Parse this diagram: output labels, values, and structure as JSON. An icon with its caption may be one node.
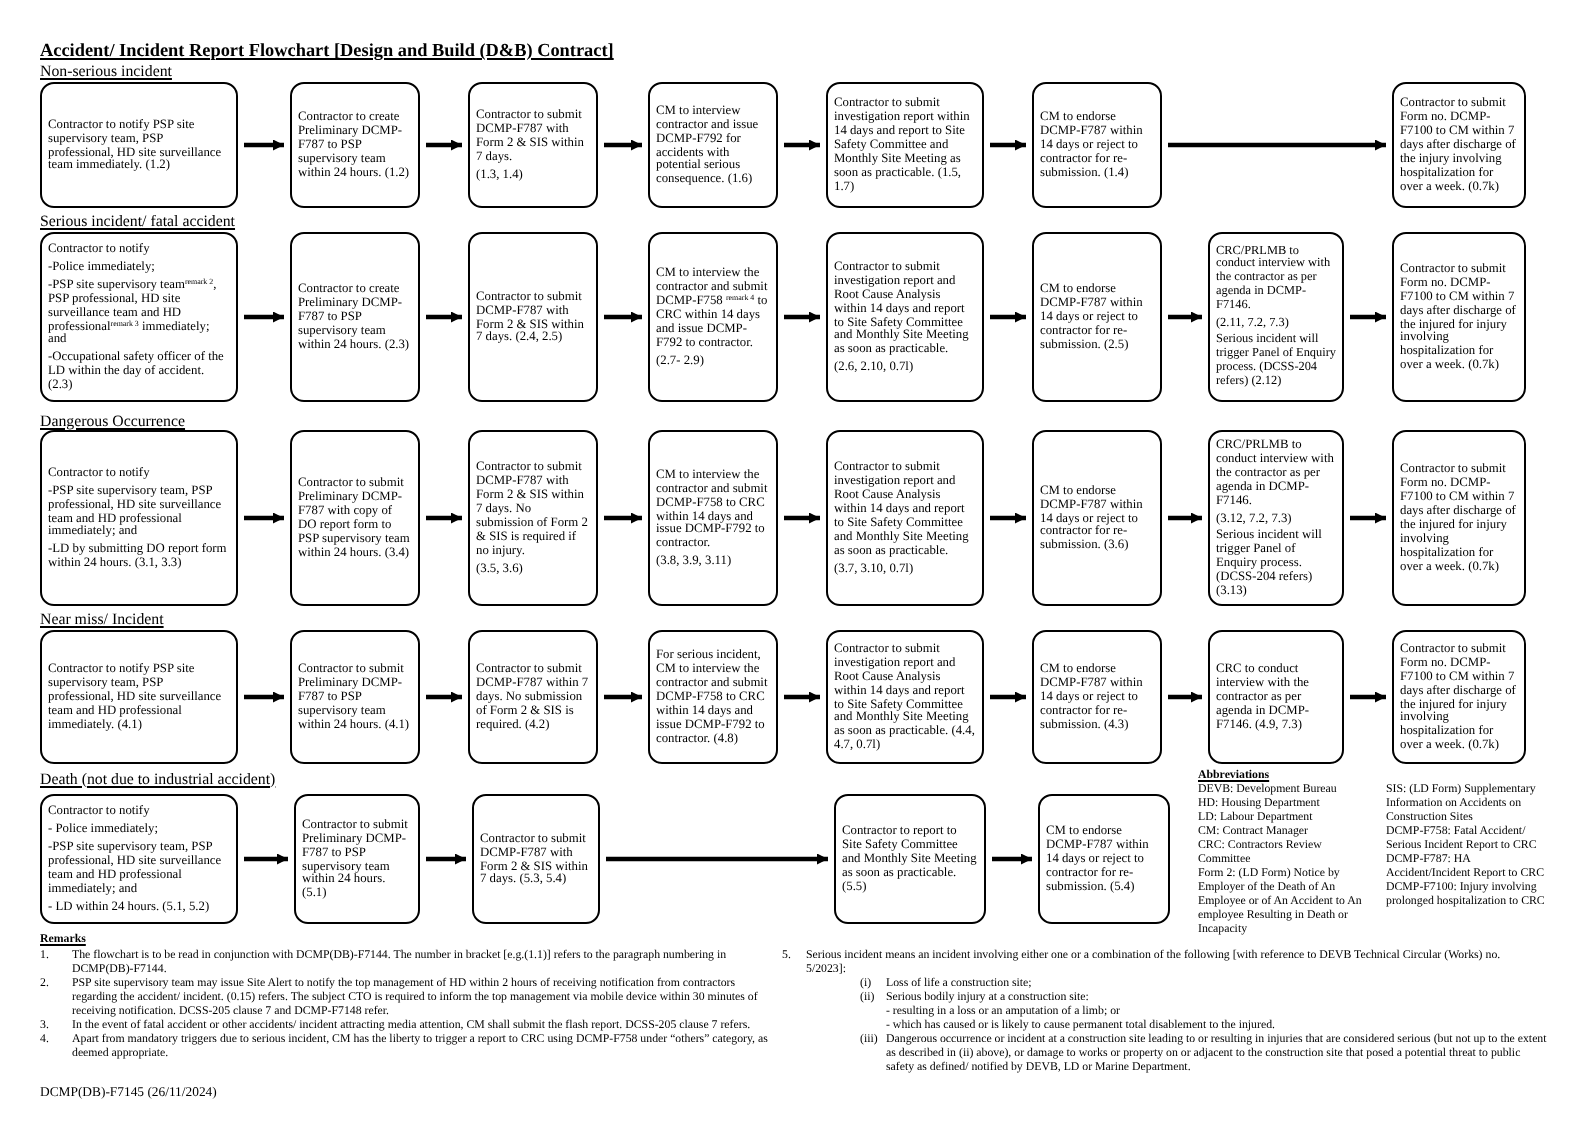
{
  "diagram": {
    "title": "Accident/ Incident Report Flowchart [Design and Build (D&B) Contract]",
    "nodes": [
      {
        "text": [
          "Contractor to notify PSP site supervisory team, PSP professional, HD site surveillance team immediately. (1.2)"
        ]
      },
      {
        "text": [
          "Contractor to create Preliminary DCMP-F787 to PSP supervisory team within 24 hours. (1.2)"
        ]
      },
      {
        "text": [
          "Contractor to submit DCMP-F787 with Form 2 & SIS within 7 days.",
          "(1.3, 1.4)"
        ]
      },
      {
        "text": [
          "CM to interview contractor and issue DCMP-F792 for accidents with potential serious consequence. (1.6)"
        ]
      },
      {
        "text": [
          "Contractor to submit investigation report within 14 days and report to Site Safety Committee and Monthly Site Meeting as soon as practicable. (1.5, 1.7)"
        ]
      },
      {
        "text": [
          "CM to endorse DCMP-F787 within 14 days or reject to contractor for re-submission. (1.4)"
        ]
      },
      {
        "text": [
          "Contractor to submit Form no. DCMP-F7100 to CM within 7 days after discharge of the injury involving hospitalization for over a week. (0.7k)"
        ]
      },
      {
        "text": [
          "Contractor to notify",
          "-Police immediately;",
          "-PSP site supervisory team$^{remark 2}$, PSP professional, HD site surveillance team and HD professional$^{remark 3}$ immediately; and",
          "-Occupational safety officer of the LD within the day of accident. (2.3)"
        ]
      },
      {
        "text": [
          "Contractor to create Preliminary DCMP-F787 to PSP supervisory team within 24 hours. (2.3)"
        ]
      },
      {
        "text": [
          "Contractor to submit DCMP-F787 with Form 2 & SIS within 7 days. (2.4, 2.5)"
        ]
      },
      {
        "text": [
          "CM to interview the contractor and submit DCMP-F758 $^{remark 4}$ to CRC within 14 days and issue DCMP-F792 to contractor.",
          "(2.7- 2.9)"
        ]
      },
      {
        "text": [
          "Contractor to submit investigation report and Root Cause Analysis within 14 days and report to Site Safety Committee and Monthly Site Meeting as soon as practicable.",
          "(2.6, 2.10, 0.7l)"
        ]
      },
      {
        "text": [
          "CM to endorse DCMP-F787 within 14 days or reject to contractor for re-submission. (2.5)"
        ]
      },
      {
        "text": [
          "CRC/PRLMB to conduct interview with the contractor as per agenda in DCMP-F7146.",
          "(2.11, 7.2, 7.3)",
          "Serious incident will trigger Panel of Enquiry process. (DCSS-204 refers) (2.12)"
        ]
      },
      {
        "text": [
          "Contractor to submit Form no. DCMP-F7100 to CM within 7 days after discharge of the injured for injury involving hospitalization for over a week. (0.7k)"
        ]
      },
      {
        "text": [
          "Contractor to notify",
          "-PSP site supervisory team, PSP professional, HD site surveillance team and HD professional immediately; and",
          "-LD by submitting DO report form within 24 hours. (3.1, 3.3)"
        ]
      },
      {
        "text": [
          "Contractor to submit Preliminary DCMP-F787 with copy of DO report form to PSP supervisory team within 24 hours. (3.4)"
        ]
      },
      {
        "text": [
          "Contractor to submit DCMP-F787 with Form 2 & SIS within 7 days. No submission of Form 2 & SIS is required if no injury.",
          "(3.5, 3.6)"
        ]
      },
      {
        "text": [
          "CM to interview the contractor and submit DCMP-F758 to CRC within 14 days and issue DCMP-F792 to contractor.",
          "(3.8, 3.9, 3.11)"
        ]
      },
      {
        "text": [
          "Contractor to submit investigation report and Root Cause Analysis within 14 days and report to Site Safety Committee and Monthly Site Meeting as soon as practicable.",
          "(3.7, 3.10, 0.7l)"
        ]
      },
      {
        "text": [
          "CM to endorse DCMP-F787 within 14 days or reject to contractor for re-submission. (3.6)"
        ]
      },
      {
        "text": [
          "CRC/PRLMB to conduct interview with the contractor as per agenda in DCMP-F7146.",
          "(3.12, 7.2, 7.3)",
          "Serious incident will trigger Panel of Enquiry process. (DCSS-204 refers) (3.13)"
        ]
      },
      {
        "text": [
          "Contractor to submit Form no. DCMP-F7100 to CM within 7 days after discharge of the injured for injury involving hospitalization for over a week. (0.7k)"
        ]
      },
      {
        "text": [
          "Contractor to notify PSP site supervisory team, PSP professional, HD site surveillance team and HD professional immediately. (4.1)"
        ]
      },
      {
        "text": [
          "Contractor to submit Preliminary DCMP-F787 to PSP supervisory team within 24 hours. (4.1)"
        ]
      },
      {
        "text": [
          "Contractor to submit DCMP-F787 within 7 days. No submission of Form 2 & SIS is required. (4.2)"
        ]
      },
      {
        "text": [
          "For serious incident, CM to interview the contractor and submit DCMP-F758 to CRC within 14 days and issue DCMP-F792 to contractor. (4.8)"
        ]
      },
      {
        "text": [
          "Contractor to submit investigation report and Root Cause Analysis within 14 days and report to Site Safety Committee and Monthly Site Meeting as soon as practicable. (4.4, 4.7, 0.7l)"
        ]
      },
      {
        "text": [
          "CM to endorse DCMP-F787 within 14 days or reject to contractor for re-submission. (4.3)"
        ]
      },
      {
        "text": [
          "CRC to conduct interview with the contractor as per agenda in DCMP-F7146. (4.9, 7.3)"
        ]
      },
      {
        "text": [
          "Contractor to submit Form no. DCMP-F7100 to CM within 7 days after discharge of the injured for injury involving hospitalization for over a week. (0.7k)"
        ]
      },
      {
        "text": [
          "Contractor to notify",
          "- Police immediately;",
          "-PSP site supervisory team, PSP professional, HD site surveillance team and HD professional immediately; and",
          "- LD within 24 hours. (5.1, 5.2)"
        ]
      },
      {
        "text": [
          "Contractor to submit Preliminary DCMP-F787 to PSP supervisory team within 24 hours. (5.1)"
        ]
      },
      {
        "text": [
          "Contractor to submit DCMP-F787 with Form 2 & SIS within 7 days. (5.3, 5.4)"
        ]
      },
      {
        "text": [
          "Contractor to report to Site Safety Committee and Monthly Site Meeting as soon as practicable. (5.5)"
        ]
      },
      {
        "text": [
          "CM to endorse DCMP-F787 within 14 days or reject to contractor for re-submission. (5.4)"
        ]
      }
    ],
    "edges": [
      {
        "from": 0,
        "to": 1,
        "arrow": "to"
      },
      {
        "from": 1,
        "to": 2,
        "arrow": "to"
      },
      {
        "from": 2,
        "to": 3,
        "arrow": "to"
      },
      {
        "from": 3,
        "to": 4,
        "arrow": "to"
      },
      {
        "from": 4,
        "to": 5,
        "arrow": "to"
      },
      {
        "from": 5,
        "to": 6,
        "arrow": "to"
      },
      {
        "from": 7,
        "to": 8,
        "arrow": "to"
      },
      {
        "from": 8,
        "to": 9,
        "arrow": "to"
      },
      {
        "from": 9,
        "to": 10,
        "arrow": "to"
      },
      {
        "from": 10,
        "to": 11,
        "arrow": "to"
      },
      {
        "from": 11,
        "to": 12,
        "arrow": "to"
      },
      {
        "from": 12,
        "to": 13,
        "arrow": "to"
      },
      {
        "from": 13,
        "to": 14,
        "arrow": "to"
      },
      {
        "from": 15,
        "to": 16,
        "arrow": "to"
      },
      {
        "from": 16,
        "to": 17,
        "arrow": "to"
      },
      {
        "from": 17,
        "to": 18,
        "arrow": "to"
      },
      {
        "from": 18,
        "to": 19,
        "arrow": "to"
      },
      {
        "from": 19,
        "to": 20,
        "arrow": "to"
      },
      {
        "from": 20,
        "to": 21,
        "arrow": "to"
      },
      {
        "from": 21,
        "to": 22,
        "arrow": "to"
      },
      {
        "from": 23,
        "to": 24,
        "arrow": "to"
      },
      {
        "from": 24,
        "to": 25,
        "arrow": "to"
      },
      {
        "from": 25,
        "to": 26,
        "arrow": "to"
      },
      {
        "from": 26,
        "to": 27,
        "arrow": "to"
      },
      {
        "from": 27,
        "to": 28,
        "arrow": "to"
      },
      {
        "from": 28,
        "to": 29,
        "arrow": "to"
      },
      {
        "from": 29,
        "to": 30,
        "arrow": "to"
      },
      {
        "from": 31,
        "to": 32,
        "arrow": "to"
      },
      {
        "from": 32,
        "to": 33,
        "arrow": "to"
      },
      {
        "from": 33,
        "to": 34,
        "arrow": "to"
      },
      {
        "from": 34,
        "to": 35,
        "arrow": "to"
      }
    ],
    "labels": [
      "Non-serious incident",
      "Serious incident/ fatal accident",
      "Dangerous Occurrence",
      "Near miss/ Incident",
      "Death (not due to industrial accident)",
      "Abbreviations",
      "DEVB: Development Bureau",
      "HD: Housing Department",
      "LD: Labour Department",
      "CM: Contract Manager",
      "CRC: Contractors Review Committee",
      "Form 2: (LD Form) Notice by Employer of the Death of An Employee or of An Accident to An employee Resulting in Death or Incapacity",
      "SIS: (LD Form) Supplementary Information on Accidents on Construction Sites",
      "DCMP-F758: Fatal Accident/ Serious Incident Report to CRC",
      "DCMP-F787: HA Accident/Incident Report to CRC",
      "DCMP-F7100: Injury involving prolonged hospitalization to CRC",
      "Remarks",
      "1.",
      "The flowchart is to be read in conjunction with DCMP(DB)-F7144. The number in bracket [e.g.(1.1)] refers to the paragraph numbering in DCMP(DB)-F7144.",
      "2.",
      "PSP site supervisory team may issue Site Alert to notify the top management of HD within 2 hours of receiving notification from contractors regarding the accident/ incident. (0.15) refers. The subject CTO is required to inform the top management via mobile device within 30 minutes of receiving notification. DCSS-205 clause 7 and DCMP-F7148 refer.",
      "3.",
      "In the event of fatal accident or other accidents/ incident attracting media attention, CM shall submit the flash report. DCSS-205 clause 7 refers.",
      "4.",
      "Apart from mandatory triggers due to serious incident, CM has the liberty to trigger a report to CRC using DCMP-F758 under “others” category, as deemed appropriate.",
      "5.",
      "Serious incident means an incident involving either one or a combination of the following [with reference to DEVB Technical Circular (Works) no. 5/2023]:",
      "(i)",
      "Loss of life a construction site;",
      "(ii)",
      "Serious bodily injury at a construction site:",
      "- resulting in a loss or an amputation of a limb; or",
      "- which has caused or is likely to cause permanent total disablement to the injured.",
      "(iii)",
      "Dangerous occurrence or incident at a construction site leading to or resulting in injuries that are considered serious (but not up to the extent as described in (ii) above), or damage to works or property on or adjacent to the construction site that posed a potential threat to public safety as defined/ notified by DEVB, LD or Marine Department.",
      "DCMP(DB)-F7145 (26/11/2024)"
    ]
  }
}
